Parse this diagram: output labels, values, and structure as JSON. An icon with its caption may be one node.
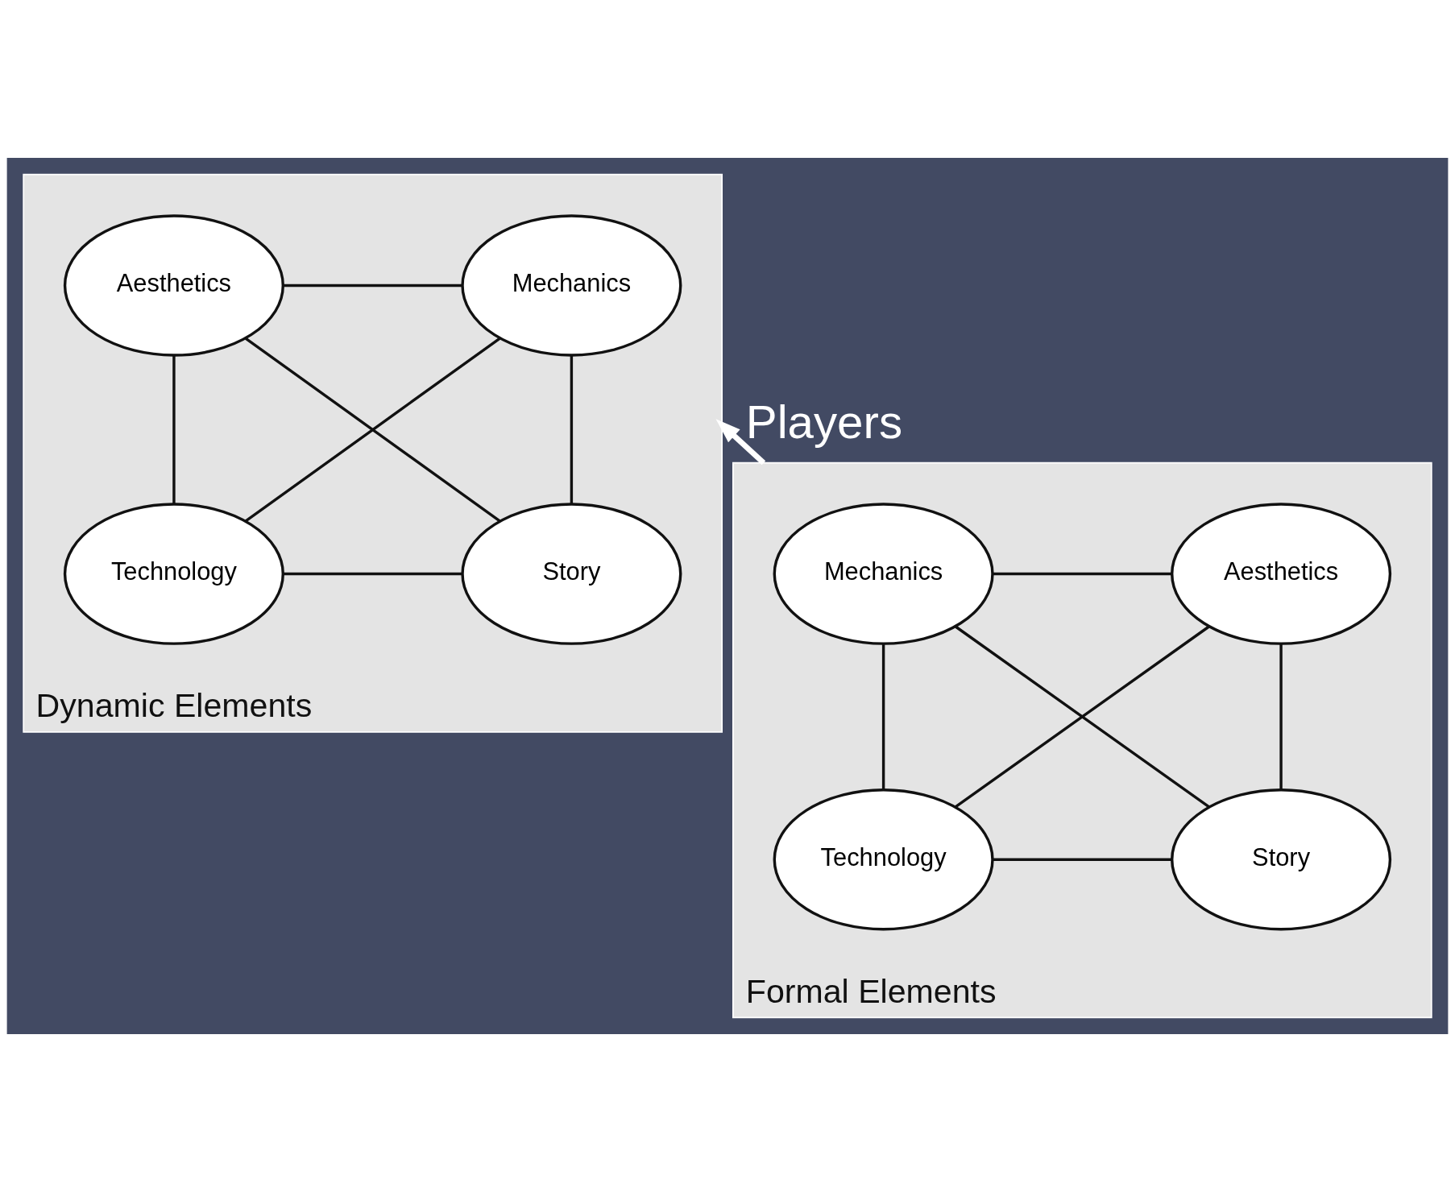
{
  "diagram": {
    "nodes": [
      {
        "text": [
          "Dynamic Elements"
        ]
      },
      {
        "text": [
          "Mechanics"
        ],
        "in": 0
      },
      {
        "text": [
          "Aesthetics"
        ],
        "in": 0
      },
      {
        "text": [
          "Technology"
        ],
        "in": 0
      },
      {
        "text": [
          "Story"
        ],
        "in": 0
      },
      {
        "text": [
          "Formal Elements"
        ]
      },
      {
        "text": [
          "Mechanics"
        ],
        "in": 5
      },
      {
        "text": [
          "Aesthetics"
        ],
        "in": 5
      },
      {
        "text": [
          "Technology"
        ],
        "in": 5
      },
      {
        "text": [
          "Story"
        ],
        "in": 5
      }
    ],
    "edges": [
      {
        "from": 1,
        "to": 2,
        "arrow": "none"
      },
      {
        "from": 3,
        "to": 1,
        "arrow": "none"
      },
      {
        "from": 4,
        "to": 2,
        "arrow": "none"
      },
      {
        "from": 3,
        "to": 4,
        "arrow": "none"
      },
      {
        "from": 4,
        "to": 1,
        "arrow": "none"
      },
      {
        "from": 3,
        "to": 2,
        "arrow": "none"
      },
      {
        "from": 6,
        "to": 7,
        "arrow": "none"
      },
      {
        "from": 8,
        "to": 6,
        "arrow": "none"
      },
      {
        "from": 9,
        "to": 7,
        "arrow": "none"
      },
      {
        "from": 8,
        "to": 9,
        "arrow": "none"
      },
      {
        "from": 9,
        "to": 6,
        "arrow": "none"
      },
      {
        "from": 8,
        "to": 7,
        "arrow": "none"
      },
      {
        "from": 5,
        "to": 0,
        "label": "Players",
        "arrow": "to",
        "color": "#ffffff",
        "style": "thick"
      }
    ]
  }
}
